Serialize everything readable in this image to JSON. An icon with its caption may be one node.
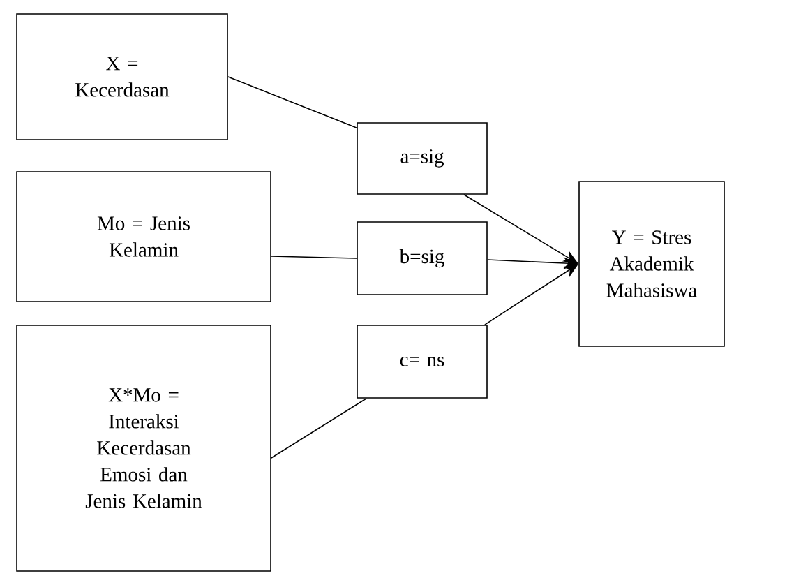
{
  "diagram": {
    "nodes": [
      {
        "text": [
          "X = Kecerdasan"
        ]
      },
      {
        "text": [
          "Mo =  Jenis Kelamin"
        ]
      },
      {
        "text": [
          "X*Mo = Interaksi Kecerdasan Emosi dan Jenis Kelamin"
        ]
      },
      {
        "text": [
          "a=sig"
        ]
      },
      {
        "text": [
          "b=sig"
        ]
      },
      {
        "text": [
          "c= ns"
        ]
      },
      {
        "text": [
          "Y = Stres Akademik Mahasiswa"
        ]
      }
    ],
    "edges": [
      {
        "from": 0,
        "to": 3,
        "arrow": "none"
      },
      {
        "from": 1,
        "to": 4,
        "arrow": "none"
      },
      {
        "from": 2,
        "to": 5,
        "arrow": "none"
      },
      {
        "from": 3,
        "to": 6,
        "arrow": "to"
      },
      {
        "from": 4,
        "to": 6,
        "arrow": "to"
      },
      {
        "from": 5,
        "to": 6,
        "arrow": "to"
      }
    ]
  }
}
